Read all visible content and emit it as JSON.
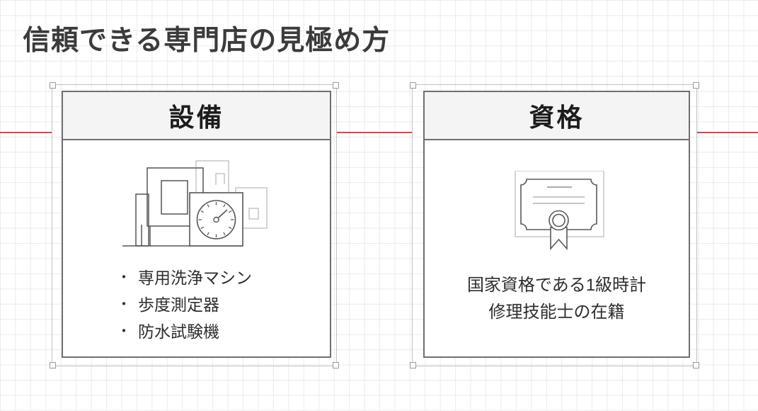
{
  "title": "信頼できる専門店の見極め方",
  "colors": {
    "red_line": "#b85450",
    "card_border": "#6f6f6f",
    "header_bg": "#f4f4f4",
    "grid": "#ecebe9",
    "title_text": "#3b3b3c"
  },
  "cards": {
    "left": {
      "header": "設備",
      "icon": "watch-cleaning-machine-icon",
      "bullet_char": "・",
      "items": [
        "専用洗浄マシン",
        "歩度測定器",
        "防水試験機"
      ]
    },
    "right": {
      "header": "資格",
      "icon": "certificate-icon",
      "lines": [
        "国家資格である1級時計",
        "修理技能士の在籍"
      ]
    }
  }
}
